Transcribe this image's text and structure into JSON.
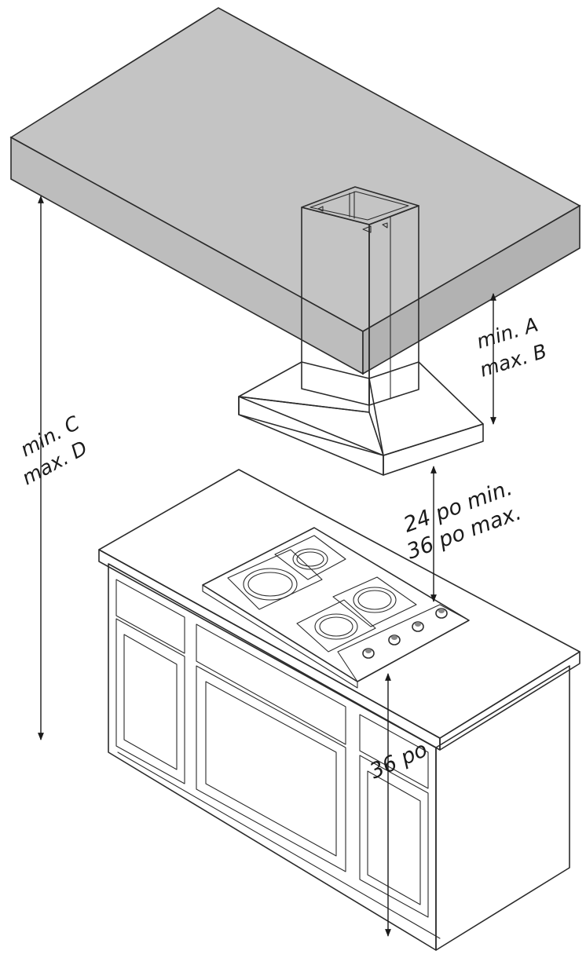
{
  "labels": {
    "hood_height_min": "min.  A",
    "hood_height_max": "max. B",
    "ceiling_min": "min.  C",
    "ceiling_max": "max. D",
    "clearance_min": "24 po min.",
    "clearance_max": "36 po max.",
    "counter_height": "36 po"
  },
  "colors": {
    "ceiling_soffit": "#c8c8c8",
    "line": "#2b2b2b",
    "background": "#ffffff"
  }
}
